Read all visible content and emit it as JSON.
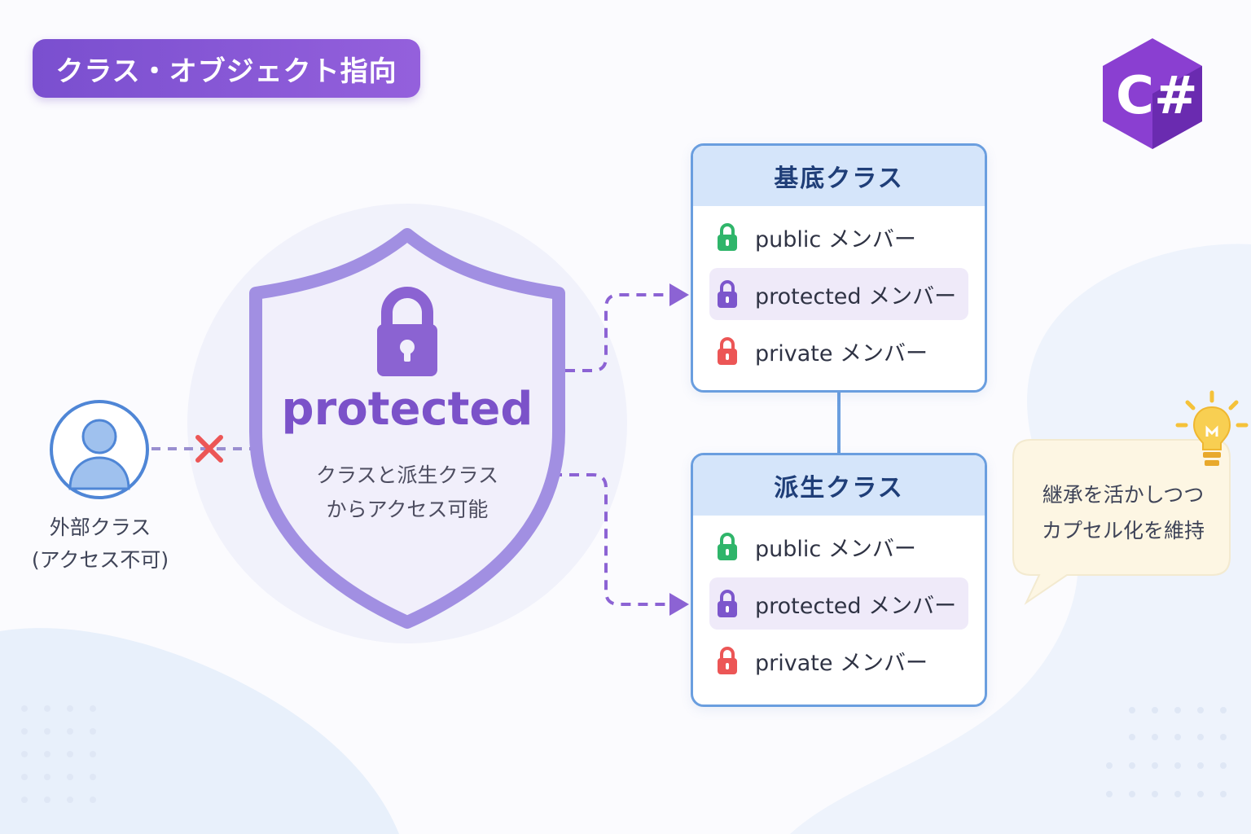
{
  "title": "クラス・オブジェクト指向",
  "logo": {
    "text": "C#",
    "color": "#8a3fd1"
  },
  "shield": {
    "keyword": "protected",
    "description_lines": [
      "クラスと派生クラス",
      "からアクセス可能"
    ],
    "color": "#9c85e0"
  },
  "external": {
    "label_lines": [
      "外部クラス",
      "(アクセス不可)"
    ],
    "access": "denied",
    "icon": "user-icon",
    "block_icon": "cross-icon"
  },
  "classes": [
    {
      "name": "基底クラス",
      "members": [
        {
          "label": "public メンバー",
          "lock_color": "#2fb56a"
        },
        {
          "label": "protected メンバー",
          "lock_color": "#7c56cc",
          "highlight": true
        },
        {
          "label": "private メンバー",
          "lock_color": "#ec5656"
        }
      ]
    },
    {
      "name": "派生クラス",
      "members": [
        {
          "label": "public メンバー",
          "lock_color": "#2fb56a"
        },
        {
          "label": "protected メンバー",
          "lock_color": "#7c56cc",
          "highlight": true
        },
        {
          "label": "private メンバー",
          "lock_color": "#ec5656"
        }
      ]
    }
  ],
  "tip": {
    "icon": "lightbulb-icon",
    "lines": [
      "継承を活かしつつ",
      "カプセル化を維持"
    ]
  },
  "colors": {
    "accent": "#7a4fcf",
    "box_border": "#6a9edf",
    "box_header": "#d5e5fa",
    "arrow": "#8c63d4",
    "deny": "#ec5656"
  }
}
